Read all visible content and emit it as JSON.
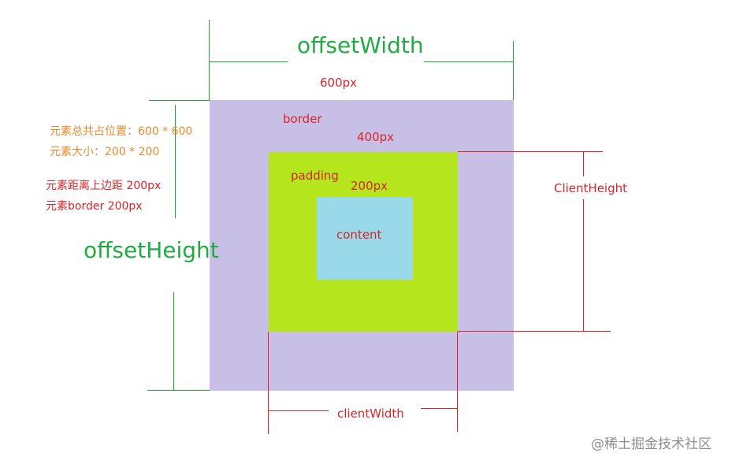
{
  "diagram": {
    "labels": {
      "offset_width": "offsetWidth",
      "offset_height": "offsetHeight",
      "width_600": "600px",
      "border": "border",
      "width_400": "400px",
      "padding": "padding",
      "width_200": "200px",
      "content": "content",
      "client_height": "ClientHeight",
      "client_width": "clientWidth"
    },
    "notes": {
      "total_space": "元素总共占位置：600 * 600",
      "size": "元素大小：200 * 200",
      "top_distance": "元素距离上边距 200px",
      "border_size": "元素border 200px"
    },
    "watermark": "@稀土掘金技术社区",
    "colors": {
      "border_region": "#c8bfe7",
      "padding_region": "#b5e61d",
      "content_region": "#99d9ea",
      "green_lines": "#22a833",
      "red_lines": "#d9252a"
    }
  }
}
